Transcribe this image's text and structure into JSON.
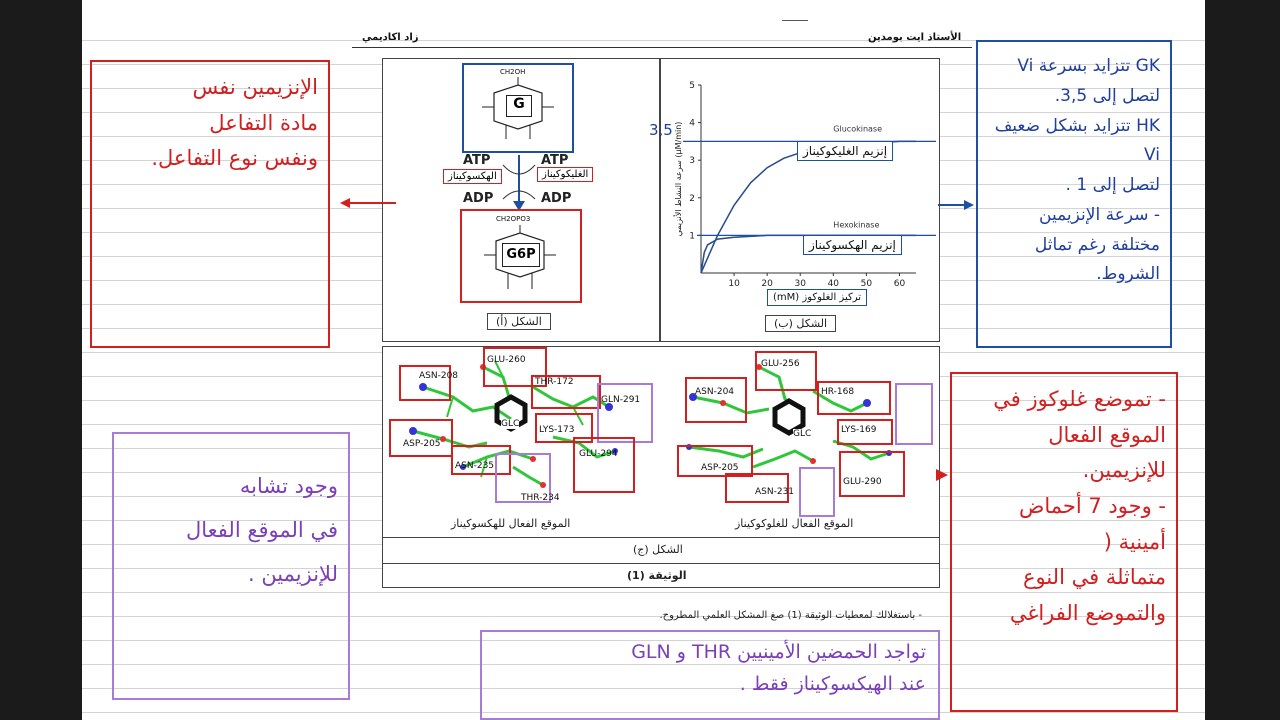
{
  "header": {
    "left_text": "زاد اكاديمي",
    "right_text": "الأستاذ ايت بومدين"
  },
  "figure_a": {
    "top_molecule": "G",
    "top_group": "CH2OH",
    "bottom_molecule": "G6P",
    "bottom_group": "CH2OPO3",
    "atp_left": "ATP",
    "atp_right": "ATP",
    "adp_left": "ADP",
    "adp_right": "ADP",
    "enzyme_left": "الهكسوكيناز",
    "enzyme_right": "الغليكوكيناز",
    "caption": "الشكل (أ)"
  },
  "figure_b": {
    "y_axis_label": "سرعة النشاط الأنزيمي (µM/min)",
    "y_ticks": [
      "1",
      "2",
      "3",
      "4",
      "5"
    ],
    "y_marked_value": "3,5",
    "x_axis_label": "تركيز الغلوكوز (mM)",
    "x_ticks": [
      "10",
      "20",
      "30",
      "40",
      "50",
      "60"
    ],
    "curve_label_top": "Glucokinase",
    "curve_label_bottom": "Hexokinase",
    "annot_gk": "إنزيم الغليكوكيناز",
    "annot_hk": "إنزيم الهكسوكيناز",
    "caption": "الشكل (ب)"
  },
  "chart_data": {
    "type": "line",
    "xlabel": "تركيز الغلوكوز (mM)",
    "ylabel": "سرعة النشاط الأنزيمي (µM/min)",
    "xlim": [
      0,
      65
    ],
    "ylim": [
      0,
      5
    ],
    "series": [
      {
        "name": "Glucokinase",
        "x": [
          0,
          5,
          10,
          15,
          20,
          25,
          30,
          40,
          50,
          60,
          65
        ],
        "y": [
          0,
          1.0,
          1.8,
          2.4,
          2.8,
          3.05,
          3.2,
          3.4,
          3.45,
          3.5,
          3.5
        ]
      },
      {
        "name": "Hexokinase",
        "x": [
          0,
          1,
          2,
          5,
          10,
          20,
          30,
          40,
          50,
          60,
          65
        ],
        "y": [
          0,
          0.55,
          0.75,
          0.9,
          0.95,
          1.0,
          1.0,
          1.0,
          1.0,
          1.0,
          1.0
        ]
      }
    ]
  },
  "figure_c": {
    "left_caption": "الموقع الفعال للهكسوكيناز",
    "right_caption": "الموقع الفعال للغلوكوكيناز",
    "caption": "الشكل (ج)",
    "hk_residues": [
      "ASN-208",
      "GLU-260",
      "THR-172",
      "GLN-291",
      "ASP-205",
      "GLC",
      "LYS-173",
      "ASN-235",
      "GLU-294",
      "THR-234"
    ],
    "gk_residues": [
      "ASN-204",
      "GLU-256",
      "HR-168",
      "GLC",
      "LYS-169",
      "ASP-205",
      "ASN-231",
      "GLU-290"
    ]
  },
  "document_title": "الوثيقة (1)",
  "question": "- باستغلالك لمعطيات الوثيقة (1) صغ المشكل العلمي المطروح.",
  "notes": {
    "red_left": [
      "الإنزيمين نفس",
      "مادة التفاعل",
      "ونفس نوع التفاعل."
    ],
    "blue_right": [
      "GK تتزايد بسرعة Vi",
      "لتصل إلى 3,5.",
      "HK تتزايد بشكل ضعيف Vi",
      "لتصل إلى 1 .",
      "- سرعة الإنزيمين",
      "مختلفة رغم تماثل",
      "الشروط."
    ],
    "red_right": [
      "- تموضع غلوكوز في",
      "الموقع الفعال",
      "للإنزيمين.",
      "- وجود 7 أحماض",
      "أمينية (",
      "متماثلة في النوع",
      "والتموضع الفراغي"
    ],
    "purple_left": [
      "وجود تشابه",
      "في الموقع الفعال",
      "للإنزيمين ."
    ],
    "purple_bottom": [
      "تواجد الحمضين الأمينيين THR و GLN",
      "عند الهيكسوكيناز فقط ."
    ]
  }
}
